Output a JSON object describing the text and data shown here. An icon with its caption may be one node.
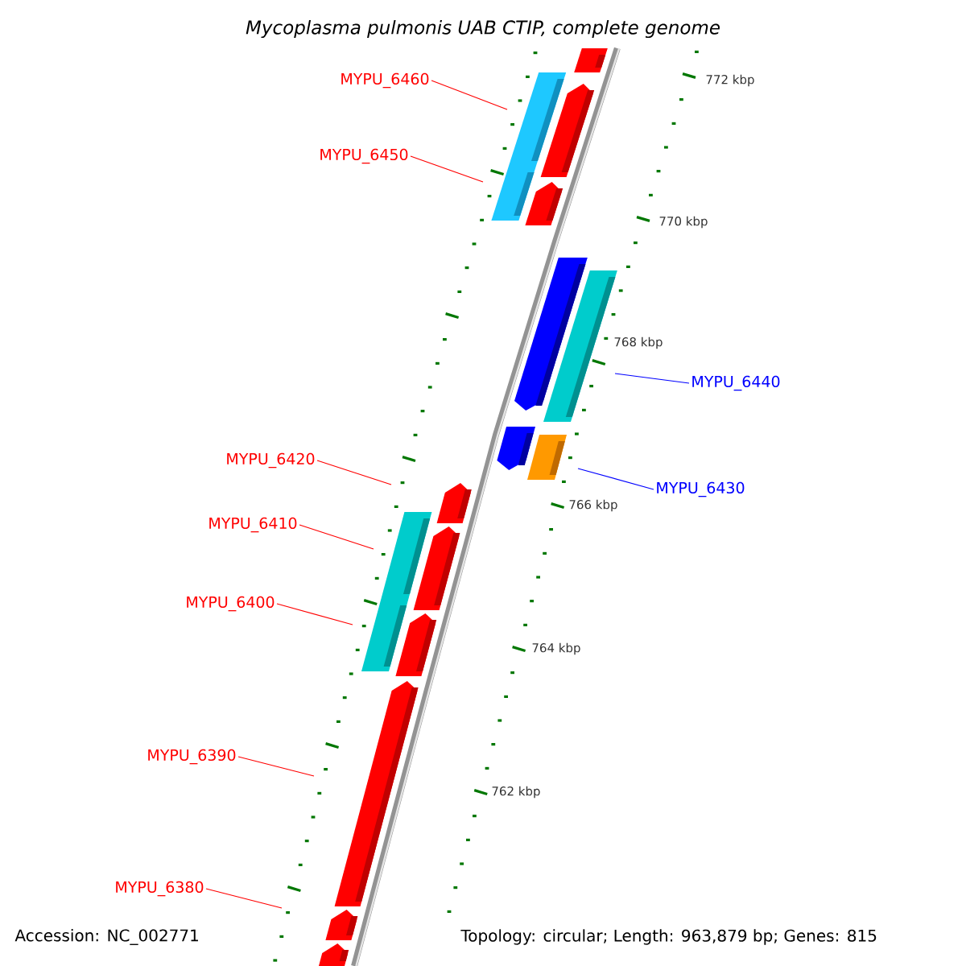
{
  "diagram": {
    "title": "Mycoplasma pulmonis UAB CTIP, complete genome",
    "nodes": [
      {
        "text": [
          "MYPU_6460"
        ]
      },
      {
        "text": [
          "MYPU_6450"
        ]
      },
      {
        "text": [
          "MYPU_6440"
        ]
      },
      {
        "text": [
          "MYPU_6430"
        ]
      },
      {
        "text": [
          "MYPU_6420"
        ]
      },
      {
        "text": [
          "MYPU_6410"
        ]
      },
      {
        "text": [
          "MYPU_6400"
        ]
      },
      {
        "text": [
          "MYPU_6390"
        ]
      },
      {
        "text": [
          "MYPU_6380"
        ]
      }
    ],
    "edges": [
      {
        "from": 0,
        "to": null,
        "arrow": "none"
      },
      {
        "from": 1,
        "to": null,
        "arrow": "none"
      },
      {
        "from": 2,
        "to": null,
        "arrow": "none",
        "color": "#0000ff"
      },
      {
        "from": 3,
        "to": null,
        "arrow": "none",
        "color": "#0000ff"
      },
      {
        "from": 4,
        "to": null,
        "arrow": "none"
      },
      {
        "from": 5,
        "to": null,
        "arrow": "none"
      },
      {
        "from": 6,
        "to": null,
        "arrow": "none"
      },
      {
        "from": 7,
        "to": null,
        "arrow": "none"
      },
      {
        "from": 8,
        "to": null,
        "arrow": "none"
      }
    ],
    "labels": [
      "772 kbp",
      "770 kbp",
      "768 kbp",
      "766 kbp",
      "764 kbp",
      "762 kbp",
      "Accession: NC_002771",
      "Topology: circular; Length: 963,879 bp; Genes: 815"
    ]
  }
}
